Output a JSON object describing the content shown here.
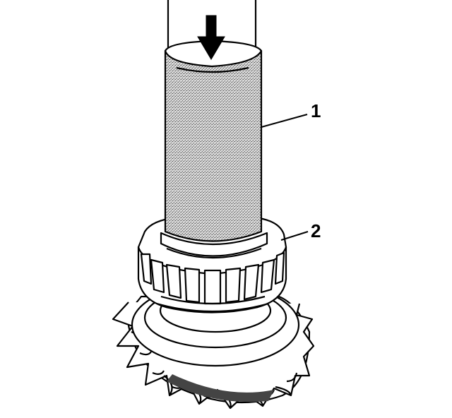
{
  "diagram": {
    "callouts": [
      {
        "id": "1",
        "label": "1"
      },
      {
        "id": "2",
        "label": "2"
      }
    ],
    "colors": {
      "ink": "#000000",
      "paper": "#ffffff",
      "shade": "#9a9a9a"
    },
    "icons": [
      "down-arrow-icon"
    ]
  }
}
